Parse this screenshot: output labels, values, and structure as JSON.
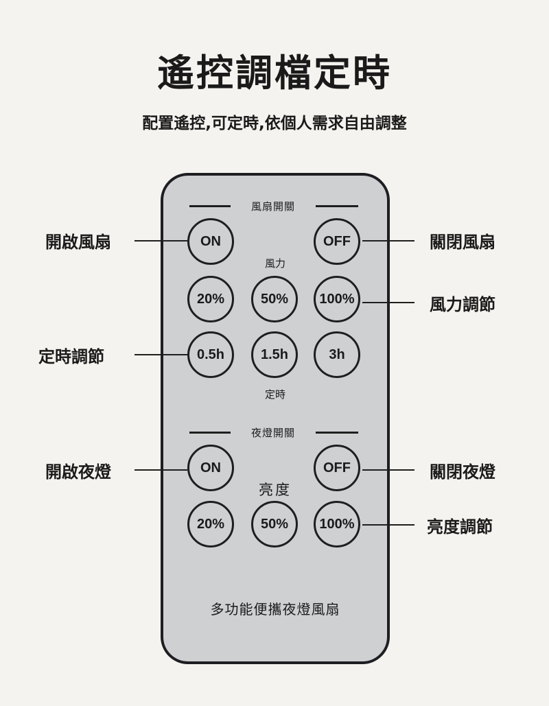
{
  "header": {
    "title": "遙控調檔定時",
    "subtitle": "配置遙控,可定時,依個人需求自由調整"
  },
  "remote": {
    "fan_section_label": "風扇開關",
    "fan_power_label": "風力",
    "timer_label": "定時",
    "light_section_label": "夜燈開關",
    "brightness_label": "亮度",
    "product_name": "多功能便攜夜燈風扇",
    "buttons": {
      "fan_on": "ON",
      "fan_off": "OFF",
      "fan_20": "20%",
      "fan_50": "50%",
      "fan_100": "100%",
      "timer_05": "0.5h",
      "timer_15": "1.5h",
      "timer_3": "3h",
      "light_on": "ON",
      "light_off": "OFF",
      "light_20": "20%",
      "light_50": "50%",
      "light_100": "100%"
    }
  },
  "callouts": {
    "fan_on": "開啟風扇",
    "fan_off": "關閉風扇",
    "fan_power": "風力調節",
    "timer": "定時調節",
    "light_on": "開啟夜燈",
    "light_off": "關閉夜燈",
    "brightness": "亮度調節"
  },
  "colors": {
    "background": "#f5f3ef",
    "remote_body": "#cfd0d2",
    "outline": "#1e1e22"
  }
}
